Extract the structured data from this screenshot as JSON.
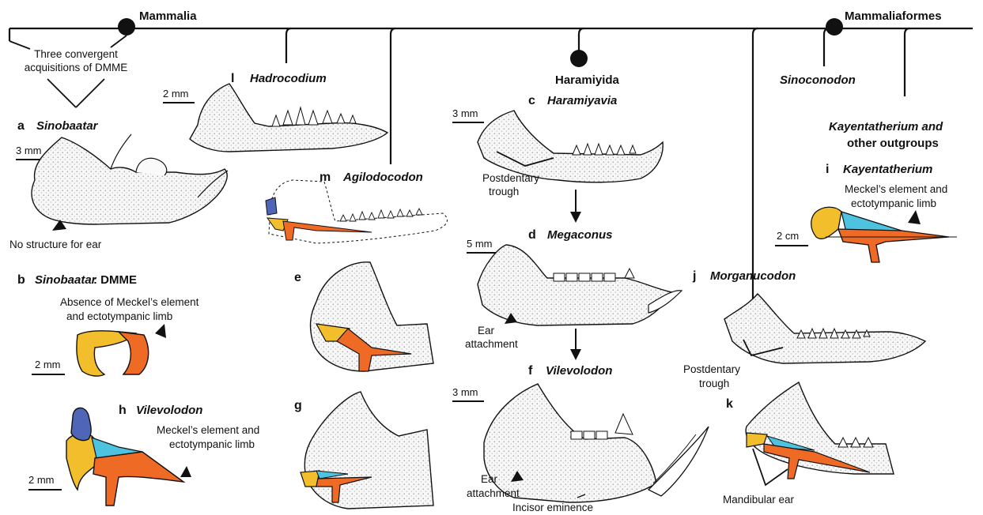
{
  "tree": {
    "mammalia": "Mammalia",
    "mammaliaformes": "Mammaliaformes",
    "haramiyida": "Haramiyida",
    "sinoconodon": "Sinoconodon",
    "kayentatherium_outgroups_1": "Kayentatherium and",
    "kayentatherium_outgroups_2": "other outgroups",
    "convergent_1": "Three convergent",
    "convergent_2": "acquisitions of DMME"
  },
  "panels": {
    "a": {
      "letter": "a",
      "taxon": "Sinobaatar",
      "scale": "3 mm",
      "note": "No structure for ear"
    },
    "b": {
      "letter": "b",
      "taxon": "Sinobaatar",
      "suffix": ": DMME",
      "scale": "2 mm",
      "note_1": "Absence of Meckel’s element",
      "note_2": "and ectotympanic limb"
    },
    "h": {
      "letter": "h",
      "taxon": "Vilevolodon",
      "scale": "2 mm",
      "note_1": "Meckel’s element and",
      "note_2": "ectotympanic limb"
    },
    "l": {
      "letter": "l",
      "taxon": "Hadrocodium",
      "scale": "2 mm"
    },
    "m": {
      "letter": "m",
      "taxon": "Agilodocodon"
    },
    "e": {
      "letter": "e"
    },
    "g": {
      "letter": "g"
    },
    "c": {
      "letter": "c",
      "taxon": "Haramiyavia",
      "scale": "3 mm",
      "note_1": "Postdentary",
      "note_2": "trough"
    },
    "d": {
      "letter": "d",
      "taxon": "Megaconus",
      "scale": "5 mm",
      "note_1": "Ear",
      "note_2": "attachment"
    },
    "f": {
      "letter": "f",
      "taxon": "Vilevolodon",
      "scale": "3 mm",
      "note_1": "Ear",
      "note_2": "attachment",
      "note_3": "Incisor eminence"
    },
    "i": {
      "letter": "i",
      "taxon": "Kayentatherium",
      "scale": "2 cm",
      "note_1": "Meckel’s element and",
      "note_2": "ectotympanic limb"
    },
    "j": {
      "letter": "j",
      "taxon": "Morganucodon",
      "note_1": "Postdentary",
      "note_2": "trough"
    },
    "k": {
      "letter": "k",
      "note": "Mandibular ear"
    }
  },
  "colors": {
    "yellow": "#f2be2c",
    "orange": "#ef6a24",
    "blue": "#4f66b8",
    "cyan": "#4ec3e0",
    "bone_fill": "#f7f7f7",
    "ink": "#111111"
  }
}
